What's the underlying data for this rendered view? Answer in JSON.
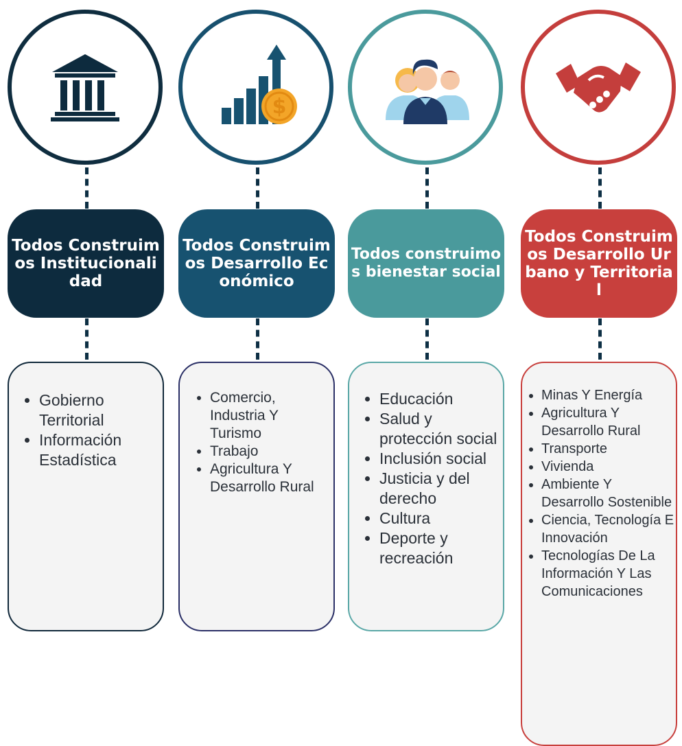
{
  "columns": [
    {
      "icon": "government-building-icon",
      "title": "Todos Construimos Institucionalidad",
      "items": [
        "Gobierno Territorial",
        "Información Estadística"
      ]
    },
    {
      "icon": "growth-chart-dollar-icon",
      "title": "Todos Construimos Desarrollo Económico",
      "items": [
        "Comercio, Industria Y Turismo",
        "Trabajo",
        "Agricultura Y Desarrollo Rural"
      ]
    },
    {
      "icon": "people-group-icon",
      "title": "Todos construimos bienestar social",
      "items": [
        "Educación",
        "Salud y protección social",
        "Inclusión social",
        "Justicia y del derecho",
        "Cultura",
        "Deporte y recreación"
      ]
    },
    {
      "icon": "handshake-icon",
      "title": "Todos Construimos Desarrollo Urbano y Territorial",
      "items": [
        "Minas Y Energía",
        "Agricultura Y Desarrollo Rural",
        "Transporte",
        "Vivienda",
        "Ambiente Y Desarrollo Sostenible",
        "Ciencia, Tecnología E Innovación",
        "Tecnologías De La Información Y Las Comunicaciones"
      ]
    }
  ],
  "colors": {
    "institucionalidad": "#0d2b3e",
    "economico": "#175270",
    "bienestar": "#4a9a9c",
    "urbano": "#c8403d"
  }
}
